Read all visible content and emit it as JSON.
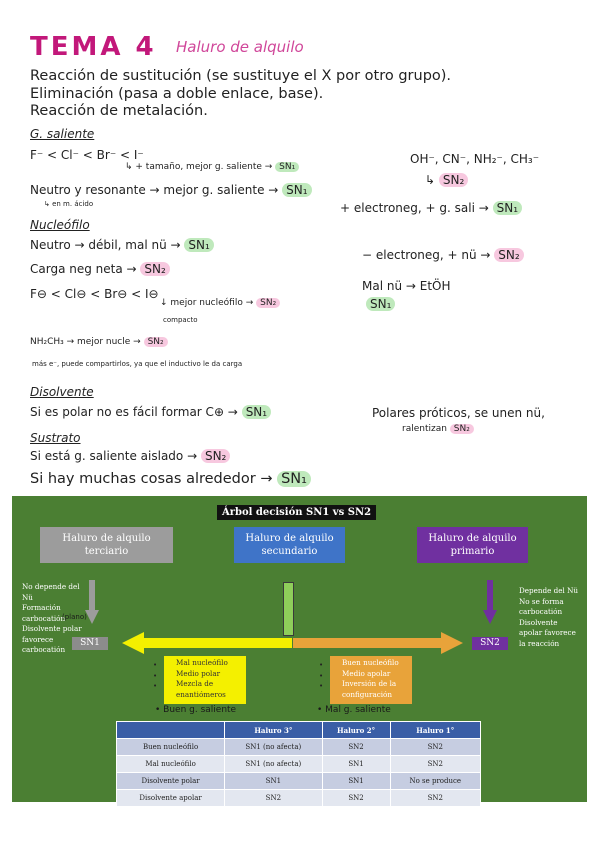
{
  "header": {
    "title": "TEMA 4",
    "subtitle": "Haluro de alquilo"
  },
  "intro": [
    "Reacción de sustitución (se sustituye el X por otro grupo).",
    "Eliminación (pasa a doble enlace, base).",
    "Reacción de metalación."
  ],
  "saliente": {
    "heading": "G. saliente",
    "l1a": "F⁻ < Cl⁻ < Br⁻ < I⁻",
    "l1b": "↳ + tamaño, mejor g. saliente → ",
    "l1b_sn": "SN₁",
    "l2a": "Neutro y resonante → mejor g. saliente → ",
    "l2a_sn": "SN₁",
    "l2b": "↳ en m. ácido"
  },
  "nucleofilo": {
    "heading": "Nucleófilo",
    "l1": "Neutro → débil, mal nü → ",
    "l1_sn": "SN₁",
    "l2": "Carga neg neta → ",
    "l2_sn": "SN₂",
    "l3": "F⊖ < Cl⊖ < Br⊖ < I⊖",
    "l3b": "↓ mejor nucleófilo → ",
    "l3b_sn": "SN₂",
    "l3c": "compacto",
    "l4": "NH₂CH₃ → mejor nucle → ",
    "l4_sn": "SN₂",
    "l4b": "más e⁻, puede compartirlos, ya que el inductivo le da carga"
  },
  "right_notes": {
    "ions": "OH⁻, CN⁻, NH₂⁻, CH₃⁻",
    "ions_arrow": "↳ ",
    "ions_sn": "SN₂",
    "en_plus": "+ electroneg, + g. sali → ",
    "en_plus_sn": "SN₁",
    "en_minus": "− electroneg, + nü → ",
    "en_minus_sn": "SN₂",
    "malnu": "Mal nü → EtÖH",
    "malnu_sn": "SN₁",
    "polares": "Polares próticos, se unen nü,",
    "polares2": "ralentizan ",
    "polares2_sn": "SN₂"
  },
  "disolvente": {
    "heading": "Disolvente",
    "l1": "Si es polar no es fácil formar C⊕ → ",
    "l1_sn": "SN₁"
  },
  "sustrato": {
    "heading": "Sustrato",
    "l1": "Si está g. saliente aislado → ",
    "l1_sn": "SN₂",
    "l2": "Si hay muchas cosas alrededor → ",
    "l2_sn": "SN₁"
  },
  "diagram": {
    "title": "Árbol decisión SN1 vs SN2",
    "terciario": "Haluro de alquilo terciario",
    "secundario": "Haluro de alquilo secundario",
    "primario": "Haluro de alquilo primario",
    "left_notes": [
      "No depende del",
      "Nü",
      "Formación",
      "carbocatión",
      "Disolvente polar",
      "favorece",
      "carbocatión"
    ],
    "left_hw": "(plano)",
    "sn1": "SN1",
    "sn2": "SN2",
    "right_notes": [
      "Depende del Nü",
      "No se forma",
      "carbocatión",
      "Disolvente",
      "apolar favorece",
      "la reacción"
    ],
    "yellow": [
      "Mal nucleófilo",
      "Medio polar",
      "Mezcla de",
      "enantiómeros"
    ],
    "orange": [
      "Buen nucleófilo",
      "Medio apolar",
      "Inversión de la",
      "configuración"
    ],
    "hw_left": "• Buen g. saliente",
    "hw_right": "• Mal g. saliente",
    "table": {
      "headers": [
        "",
        "Haluro 3°",
        "Haluro 2°",
        "Haluro 1°"
      ],
      "rows": [
        [
          "Buen nucleófilo",
          "SN1 (no afecta)",
          "SN2",
          "SN2"
        ],
        [
          "Mal nucleófilo",
          "SN1 (no afecta)",
          "SN1",
          "SN2"
        ],
        [
          "Disolvente polar",
          "SN1",
          "SN1",
          "No se produce"
        ],
        [
          "Disolvente apolar",
          "SN2",
          "SN2",
          "SN2"
        ]
      ]
    }
  },
  "colors": {
    "title": "#c2187a",
    "sn1_highlight": "#bfe9bc",
    "sn2_highlight": "#f7c8df",
    "panel": "#4b7f33"
  }
}
